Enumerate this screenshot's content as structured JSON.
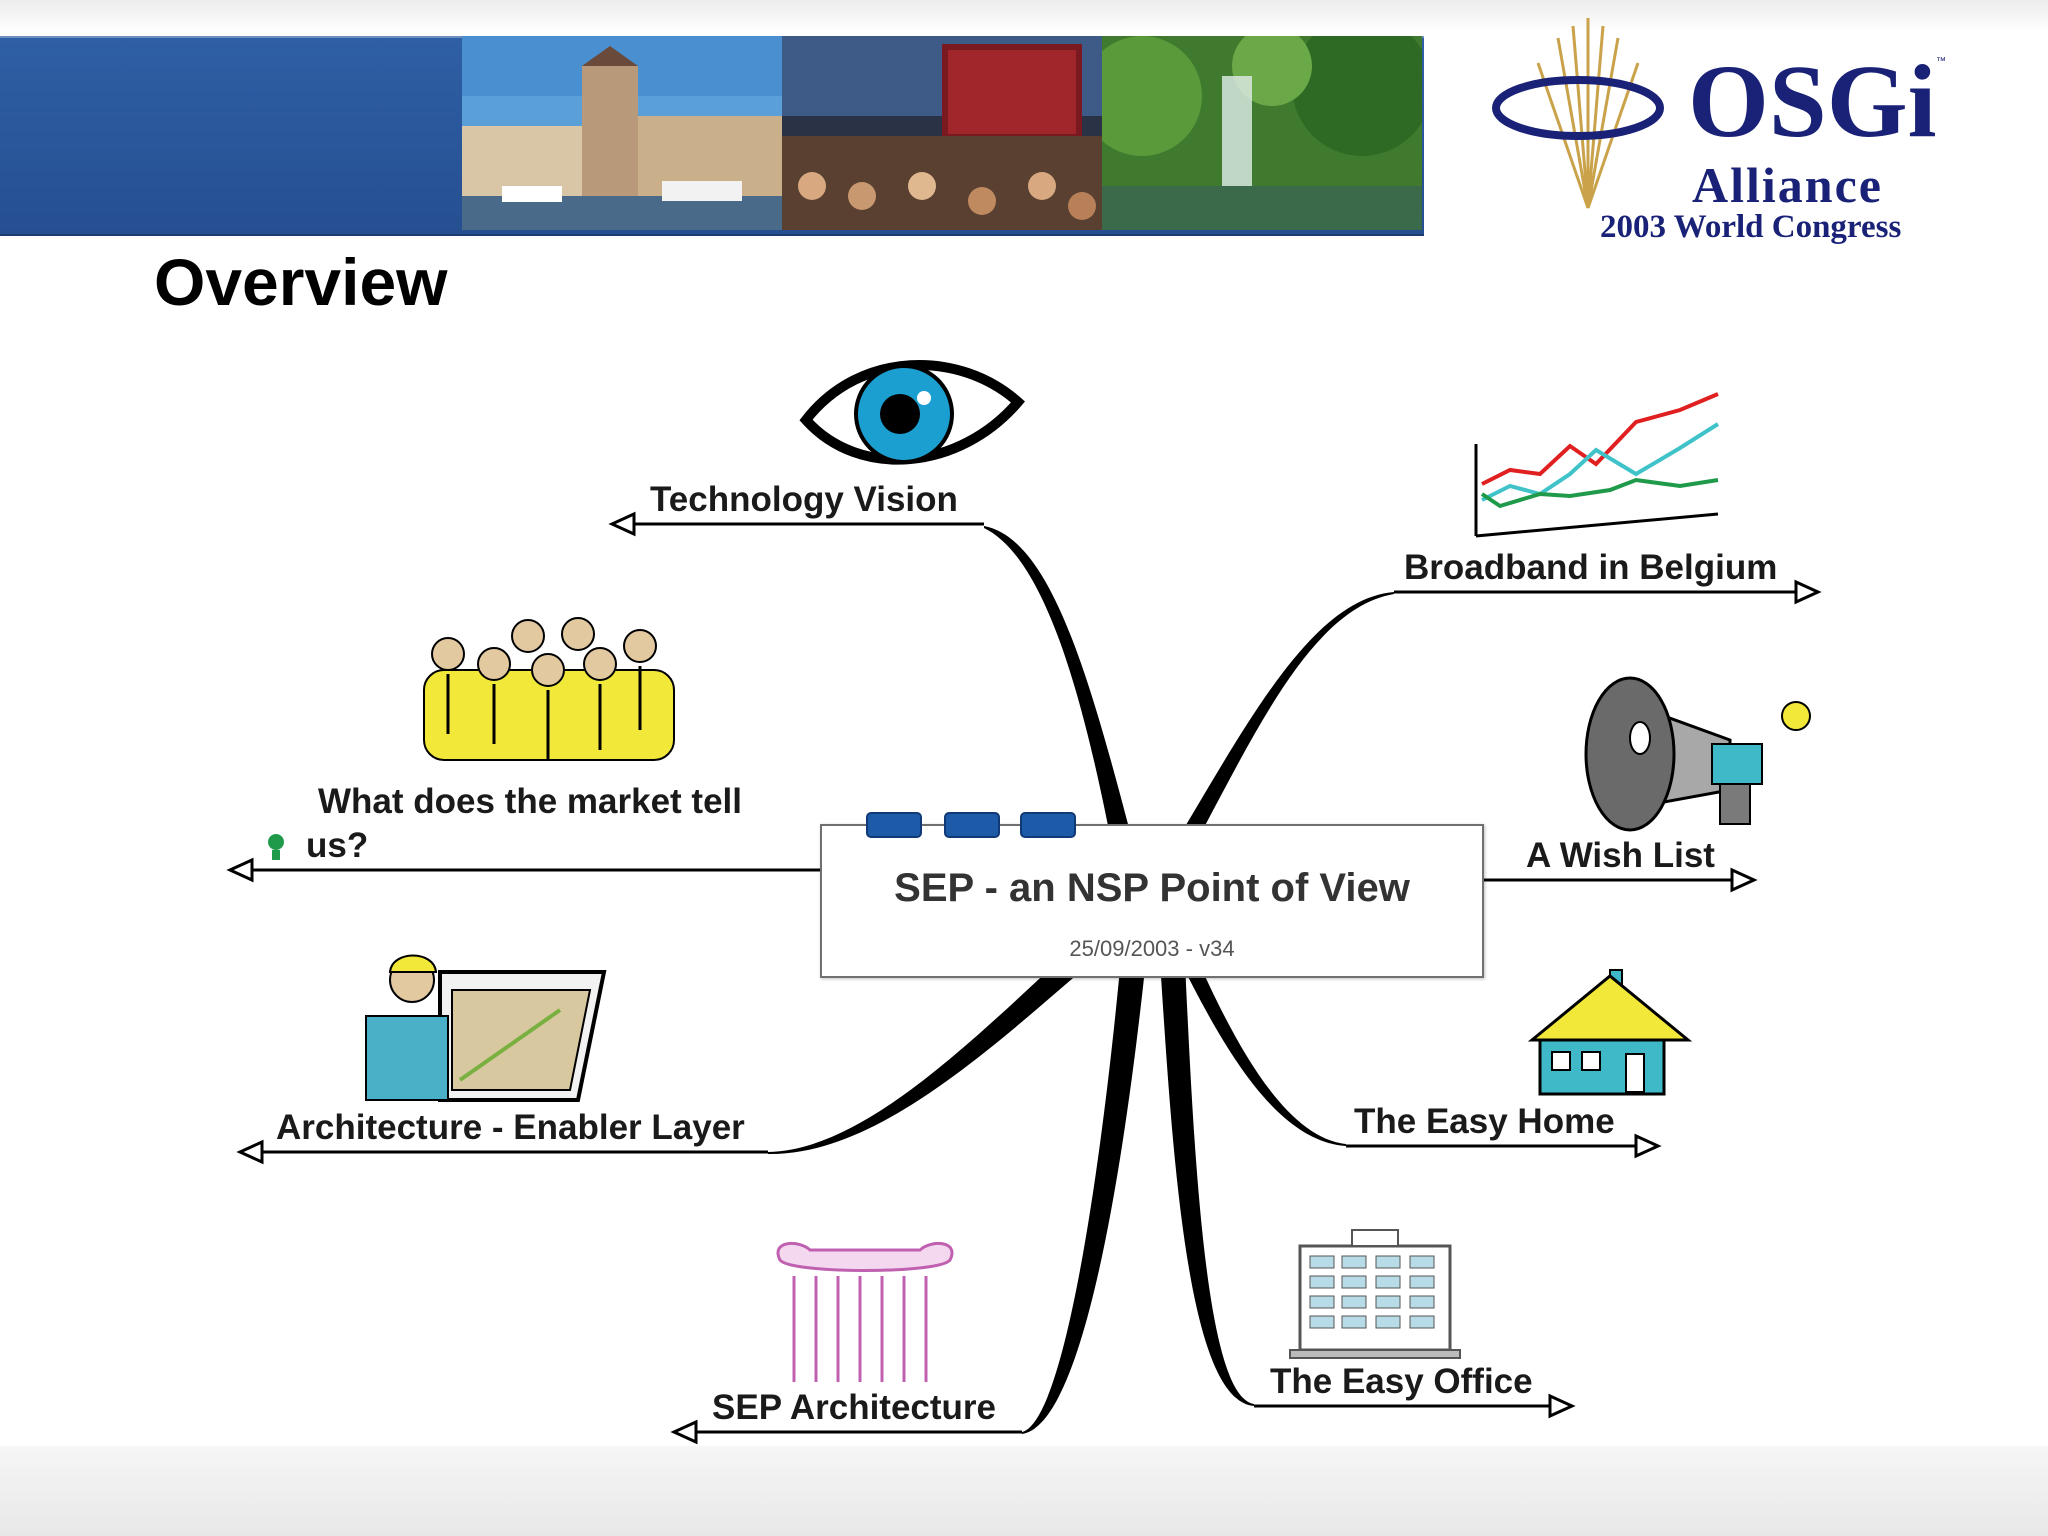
{
  "slide": {
    "title": "Overview"
  },
  "logo": {
    "word": "OSGi",
    "tm": "™",
    "alliance": "Alliance",
    "congress": "2003 World Congress"
  },
  "banner": {
    "photos": [
      "old-town-tower-photo",
      "cinema-crowd-photo",
      "park-fountain-photo"
    ]
  },
  "mindmap": {
    "central_title": "SEP - an NSP Point of View",
    "central_date": "25/09/2003 - v34",
    "branches": {
      "technology_vision": "Technology Vision",
      "broadband_belgium": "Broadband in Belgium",
      "market_tell_line1": "What does the market tell",
      "market_tell_line2": "us?",
      "wish_list": "A Wish List",
      "architecture_enabler": "Architecture - Enabler Layer",
      "easy_home": "The Easy Home",
      "sep_architecture": "SEP Architecture",
      "easy_office": "The Easy Office"
    }
  },
  "colors": {
    "banner_blue": "#2f5fa5",
    "logo_navy": "#1a2277",
    "logo_gold": "#c9a24a",
    "tab_blue": "#1d5aa8",
    "chart_red": "#e02020",
    "chart_cyan": "#3fc3c9",
    "chart_green": "#1f9a4a"
  }
}
